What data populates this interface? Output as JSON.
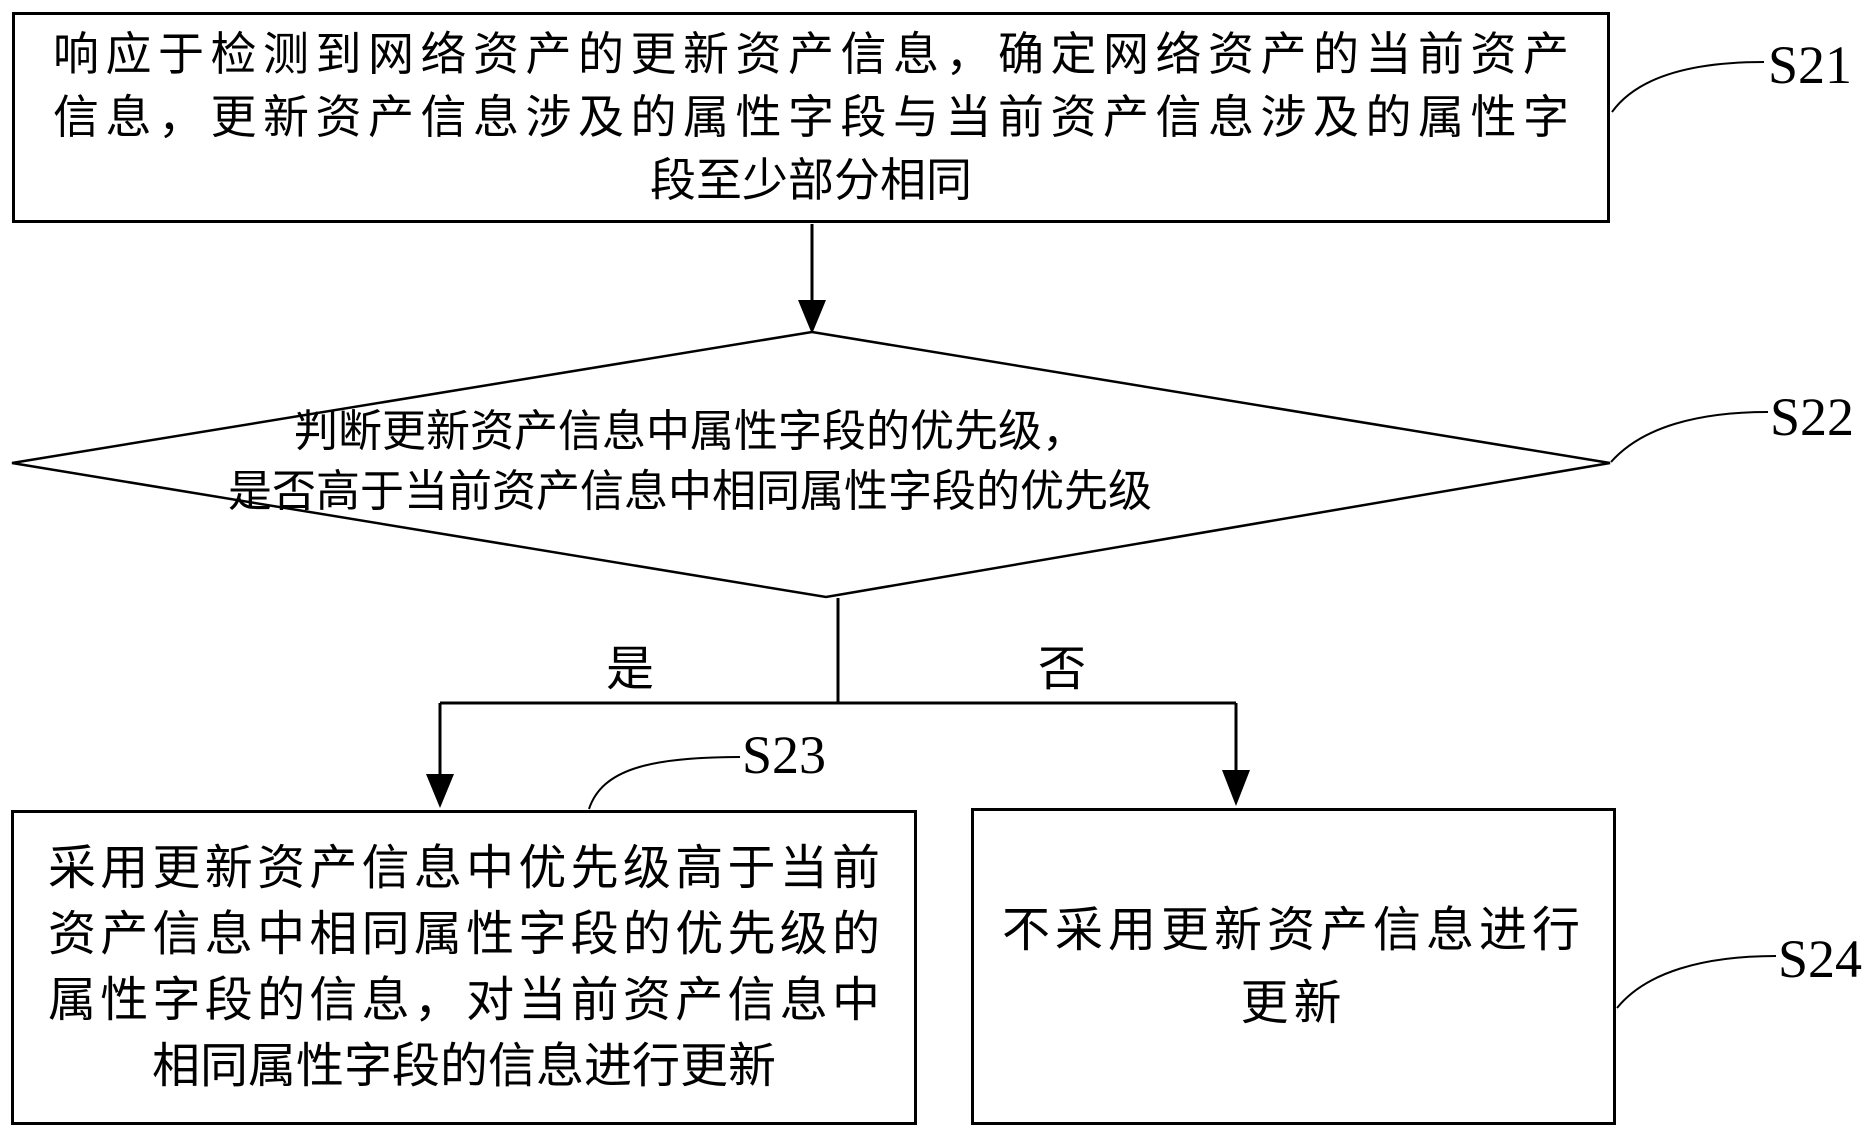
{
  "diagram": {
    "background": "#ffffff",
    "line_color": "#000000",
    "text_color": "#000000",
    "nodes": {
      "s21_box": {
        "label": "S21",
        "lines": [
          "响应于检测到网络资产的更新资产信息，确定网络资产的当前资产",
          "信息，更新资产信息涉及的属性字段与当前资产信息涉及的属性字",
          "段至少部分相同"
        ]
      },
      "s22_diamond": {
        "label": "S22",
        "lines": [
          "判断更新资产信息中属性字段的优先级，",
          "是否高于当前资产信息中相同属性字段的优先级"
        ]
      },
      "s23_box": {
        "label": "S23",
        "lines": [
          "采用更新资产信息中优先级高于当前",
          "资产信息中相同属性字段的优先级的",
          "属性字段的信息，对当前资产信息中",
          "相同属性字段的信息进行更新"
        ]
      },
      "s24_box": {
        "label": "S24",
        "lines": [
          "不采用更新资产信息进行",
          "更新"
        ]
      }
    },
    "branch_labels": {
      "yes": "是",
      "no": "否"
    }
  }
}
